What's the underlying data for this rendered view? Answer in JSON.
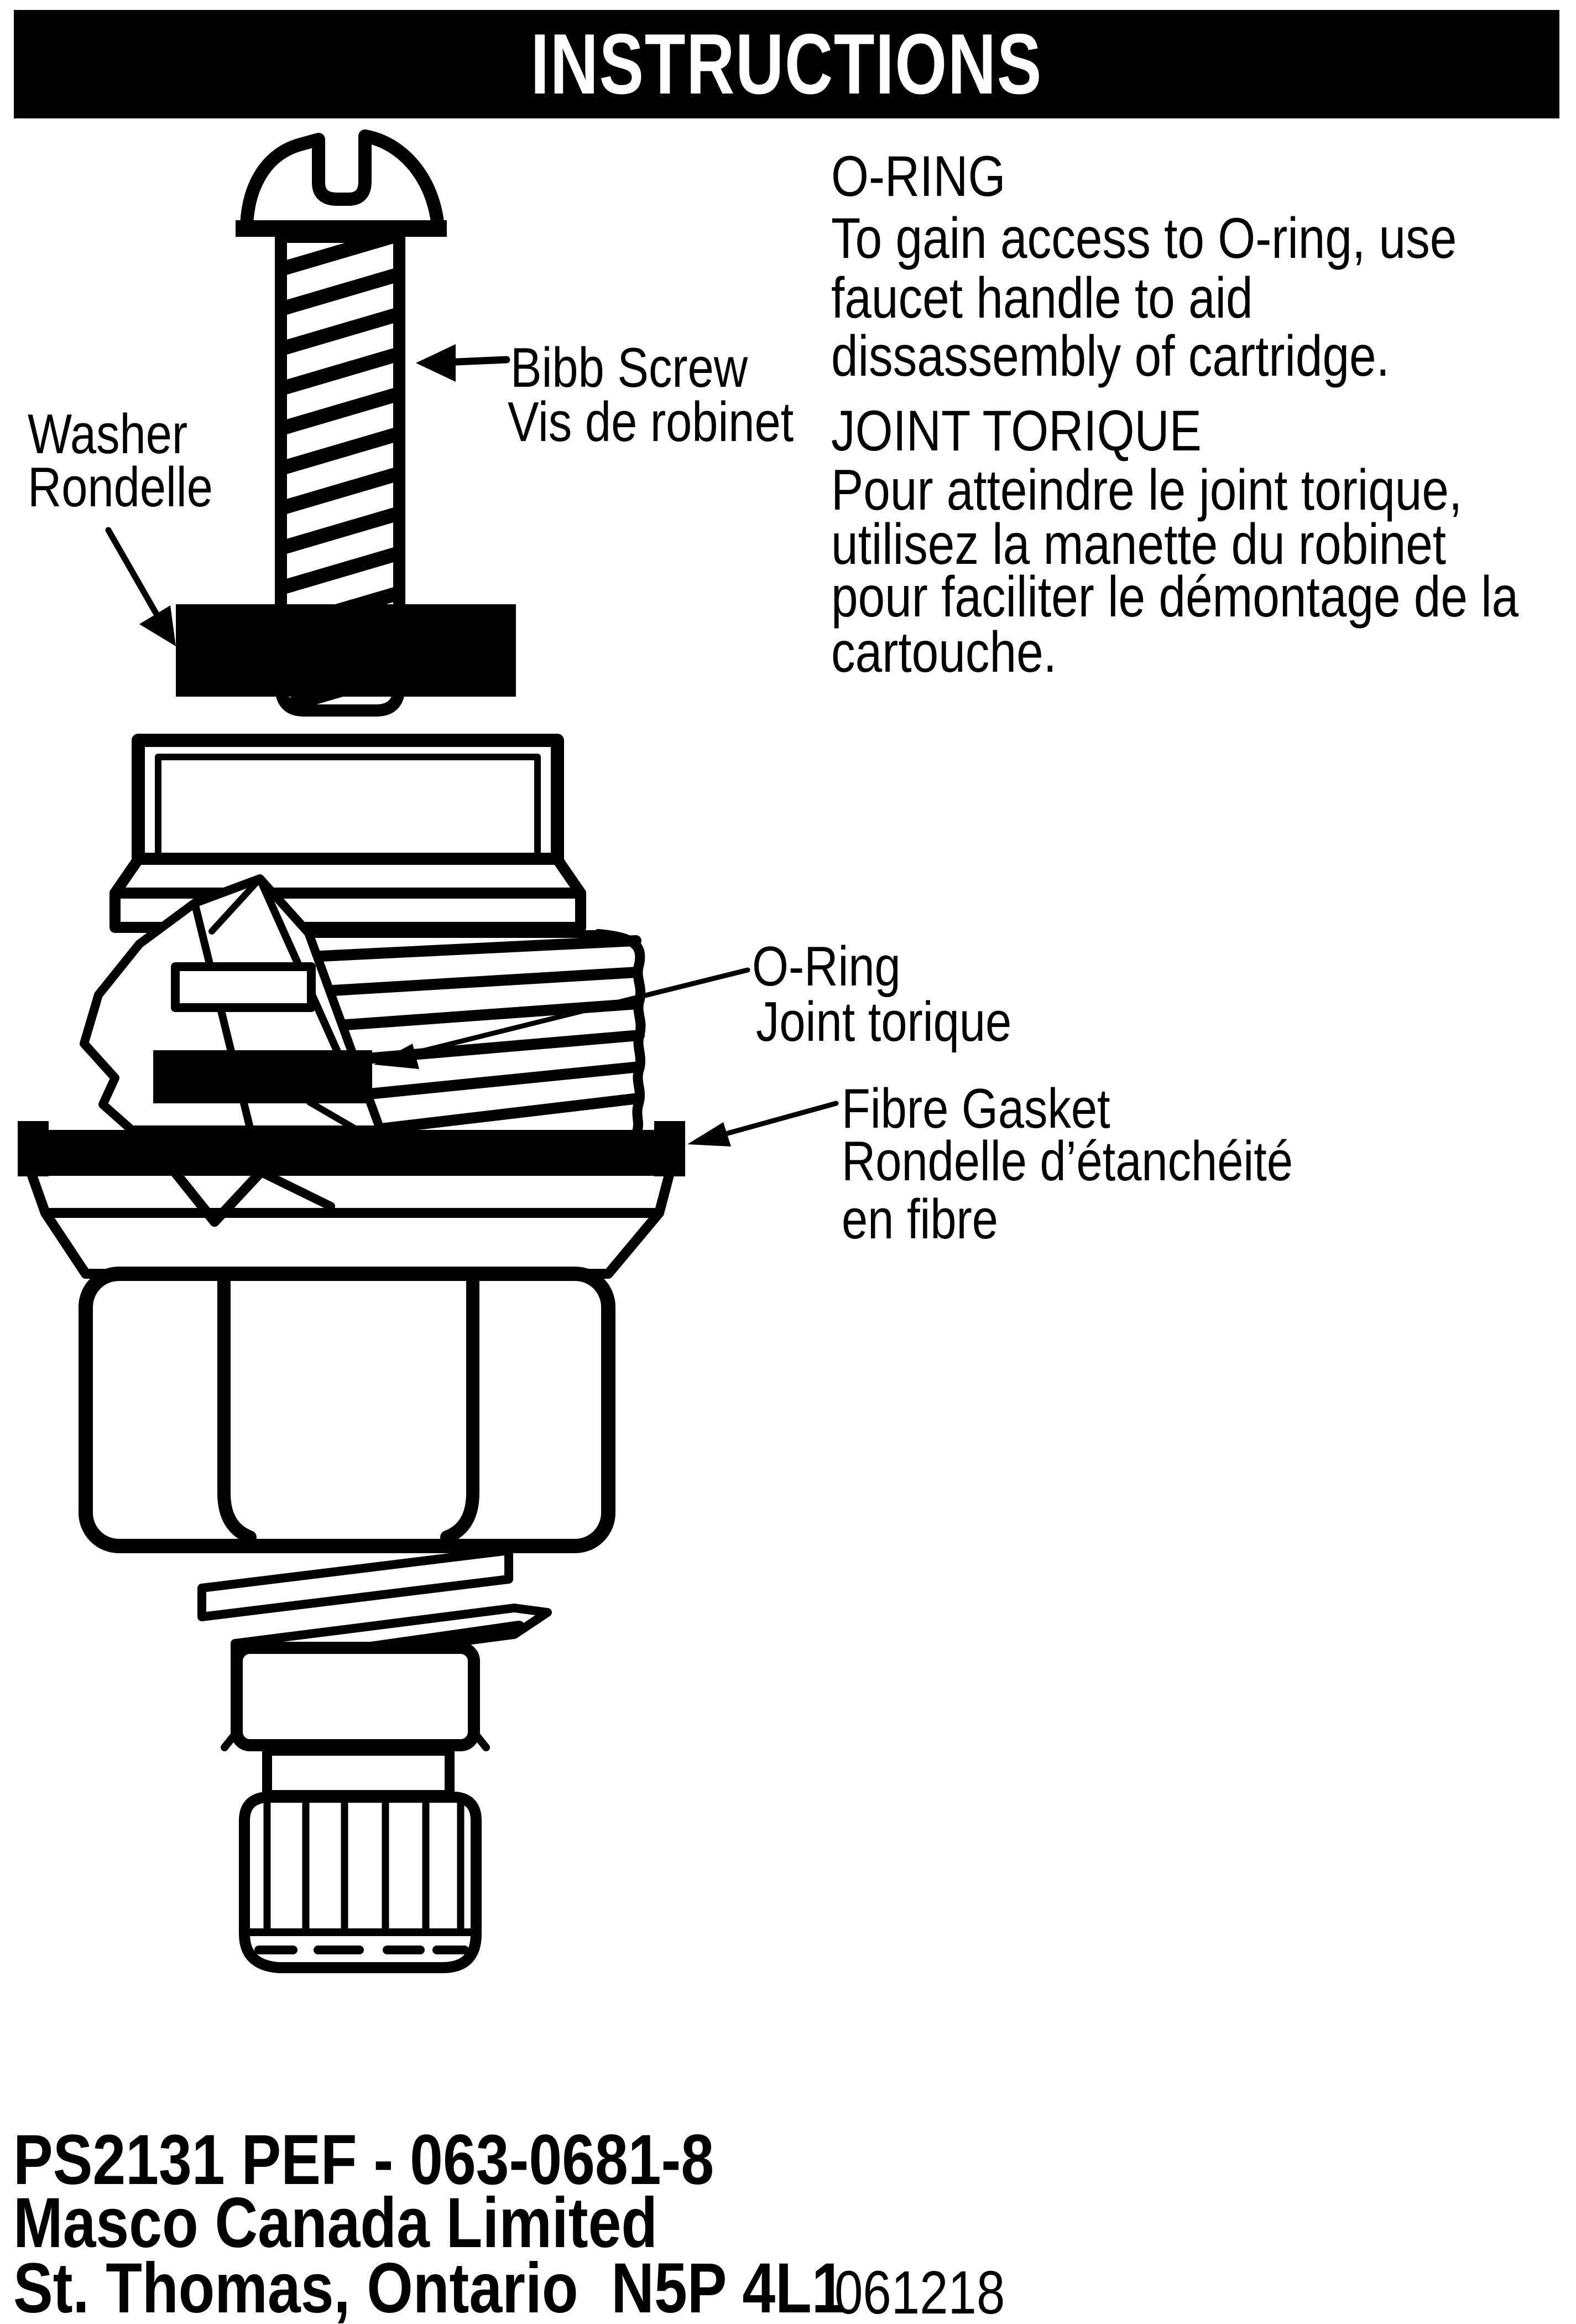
{
  "page": {
    "title": "INSTRUCTIONS"
  },
  "instructions": {
    "english": {
      "heading": "O-RING",
      "line1": "To gain access to O-ring, use",
      "line2": "faucet handle to aid",
      "line3": "dissassembly of cartridge."
    },
    "french": {
      "heading": "JOINT TORIQUE",
      "line1": "Pour atteindre le joint torique,",
      "line2": "utilisez la manette du robinet",
      "line3": "pour faciliter le démontage de la",
      "line4": "cartouche."
    }
  },
  "part_labels": {
    "washer": {
      "english": "Washer",
      "french": "Rondelle"
    },
    "bibb_screw": {
      "english": "Bibb Screw",
      "french": "Vis de robinet"
    },
    "o_ring": {
      "english": "O-Ring",
      "french": "Joint torique"
    },
    "fibre_gasket": {
      "english": "Fibre Gasket",
      "french_line1": "Rondelle d’étanchéité",
      "french_line2": "en fibre"
    }
  },
  "footer": {
    "part_number": "PS2131 PEF - 063-0681-8",
    "company": "Masco Canada Limited",
    "address": "St. Thomas, Ontario  N5P 4L1",
    "date_code": "061218"
  },
  "colors": {
    "ink": "#000000",
    "paper": "#ffffff"
  }
}
